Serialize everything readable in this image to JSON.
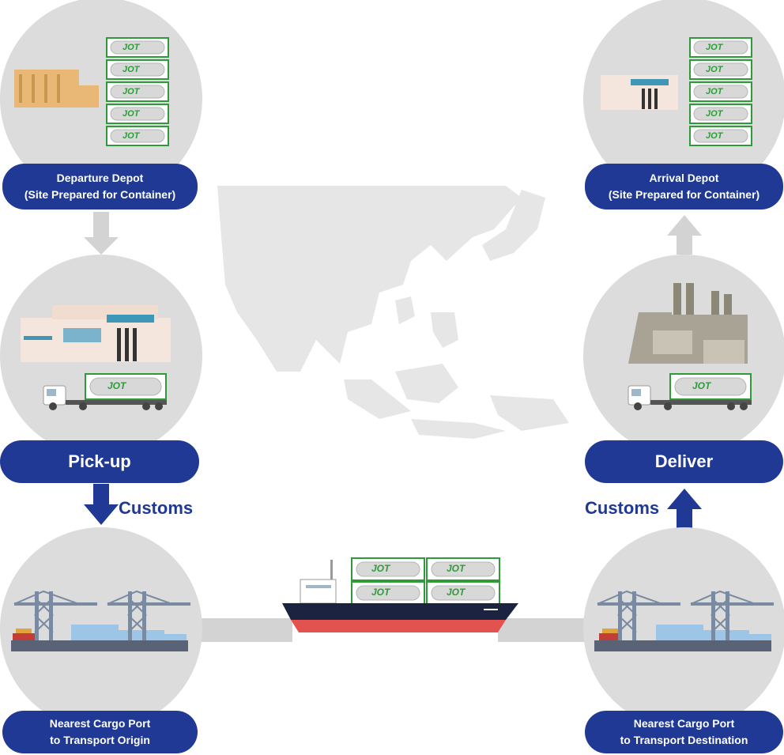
{
  "nodes": {
    "departure_depot": {
      "line1": "Departure Depot",
      "line2": "(Site Prepared for Container)"
    },
    "arrival_depot": {
      "line1": "Arrival Depot",
      "line2": "(Site Prepared for Container)"
    },
    "pickup": {
      "label": "Pick-up"
    },
    "deliver": {
      "label": "Deliver"
    },
    "origin_port": {
      "line1": "Nearest Cargo Port",
      "line2": "to Transport Origin"
    },
    "destination_port": {
      "line1": "Nearest Cargo Port",
      "line2": "to Transport Destination"
    }
  },
  "customs_left": "Customs",
  "customs_right": "Customs",
  "container_brand": "JOT",
  "colors": {
    "navy": "#1f3995",
    "circle": "#dcdcdc",
    "container_green": "#2f9a3a",
    "hull_red": "#e2534f",
    "hull_dark": "#1c2340",
    "map_gray": "#e6e6e6"
  }
}
